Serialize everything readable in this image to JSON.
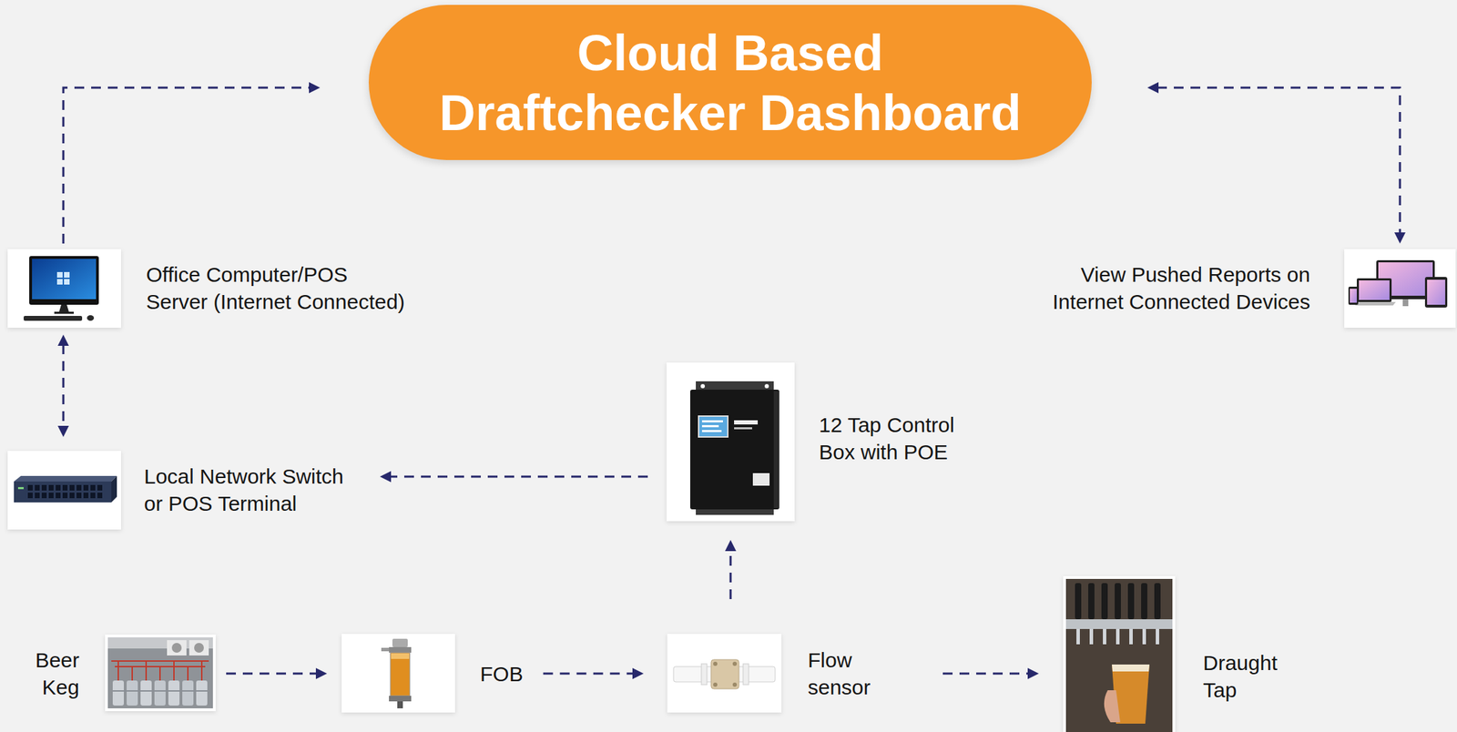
{
  "diagram": {
    "nodes": [
      {
        "text": [
          "Cloud Based Draftchecker Dashboard"
        ]
      },
      {
        "text": [
          "Office Computer/POS Server (Internet Connected)"
        ]
      },
      {
        "text": [
          "View Pushed Reports on Internet Connected Devices"
        ]
      },
      {
        "text": [
          "12 Tap Control Box with POE"
        ]
      },
      {
        "text": [
          "Local Network Switch or POS Terminal"
        ]
      },
      {
        "text": [
          "Beer Keg"
        ]
      },
      {
        "text": [
          "FOB"
        ]
      },
      {
        "text": [
          "Flow sensor"
        ]
      },
      {
        "text": [
          "Draught Tap"
        ]
      }
    ],
    "edges": [
      {
        "from": 1,
        "to": 0,
        "arrow": "to"
      },
      {
        "from": 0,
        "to": 2,
        "arrow": "both"
      },
      {
        "from": 1,
        "to": 4,
        "arrow": "both"
      },
      {
        "from": 3,
        "to": 4,
        "arrow": "to"
      },
      {
        "from": 7,
        "to": 3,
        "arrow": "to"
      },
      {
        "from": 5,
        "to": 6,
        "arrow": "to"
      },
      {
        "from": 6,
        "to": 7,
        "arrow": "to"
      },
      {
        "from": 7,
        "to": 8,
        "arrow": "to"
      }
    ]
  }
}
